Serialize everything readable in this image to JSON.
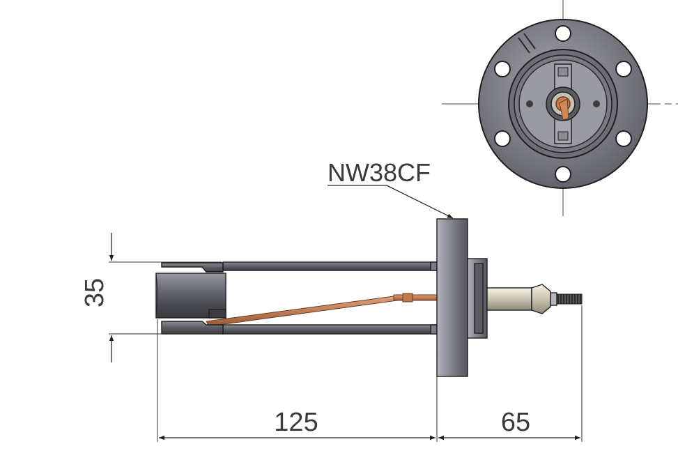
{
  "drawing": {
    "label_flange": "NW38CF",
    "dimensions": {
      "height": "35",
      "length_probe": "125",
      "length_tail": "65"
    }
  }
}
